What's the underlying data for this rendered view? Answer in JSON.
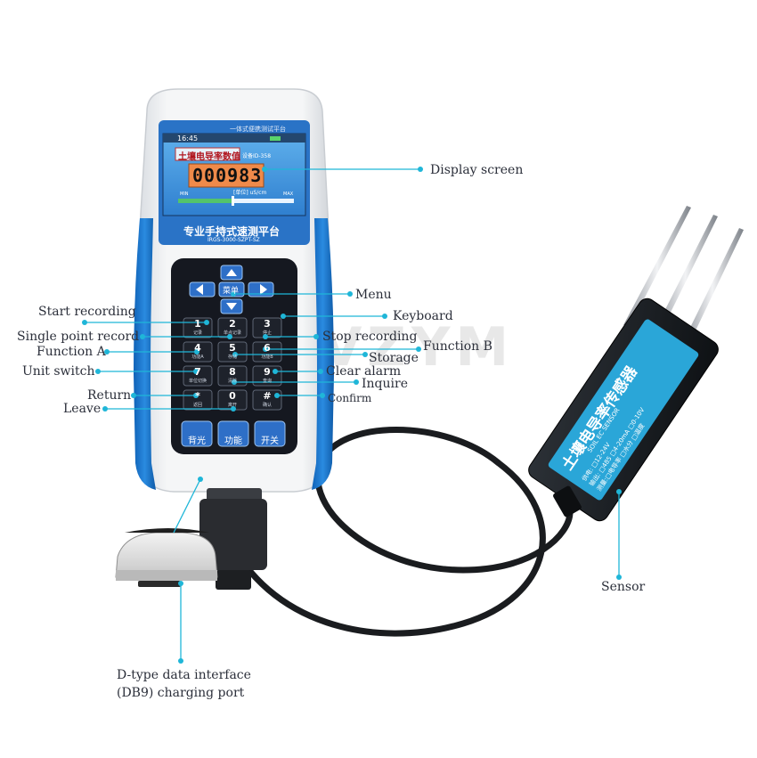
{
  "colors": {
    "accent": "#1fb6d8",
    "device_blue": "#1a73c9",
    "keypad": "#151820",
    "screen_bg": "#3b8ed6",
    "reading_bg": "#ef8a4a"
  },
  "device": {
    "top_model_text": "一体式便携测试平台",
    "status_time": "16:45",
    "reading_title": "土壤电导率数值",
    "reading_side": "设备ID-358",
    "reading_value": "000983",
    "reading_unit": "[单位] uS/cm",
    "scale_min": "MIN",
    "scale_max": "MAX",
    "platform_title": "专业手持式速测平台",
    "platform_model": "IRGS-3000-SZPT-SZ",
    "keys": [
      {
        "num": "1",
        "sub": "记录"
      },
      {
        "num": "2",
        "sub": "单点记录"
      },
      {
        "num": "3",
        "sub": "停止"
      },
      {
        "num": "4",
        "sub": "功能A"
      },
      {
        "num": "5",
        "sub": "存储"
      },
      {
        "num": "6",
        "sub": "功能B"
      },
      {
        "num": "7",
        "sub": "单位切换"
      },
      {
        "num": "8",
        "sub": "清除"
      },
      {
        "num": "9",
        "sub": "查询"
      },
      {
        "num": "*",
        "sub": "返回"
      },
      {
        "num": "0",
        "sub": "离开"
      },
      {
        "num": "#",
        "sub": "确认"
      }
    ],
    "nav_center": "菜单",
    "bottom_buttons": [
      "背光",
      "功能",
      "开关"
    ]
  },
  "sensor": {
    "title": "土壤电导率传感器",
    "subtitle": "SOIL EC SENSOR",
    "line1": "供电: □12-24V",
    "line2": "输出: □485 □4-20mA □0-10V",
    "line3": "测量:□电导率 □水分 □温度"
  },
  "watermark": "VZYM",
  "labels": {
    "display_screen": "Display screen",
    "menu": "Menu",
    "start_recording": "Start recording",
    "keyboard": "Keyboard",
    "single_point_record": "Single point record",
    "stop_recording": "Stop recording",
    "function_a": "Function A",
    "function_b": "Function B",
    "storage": "Storage",
    "unit_switch": "Unit switch",
    "clear_alarm": "Clear alarm",
    "inquire": "Inquire",
    "return": "Return",
    "confirm": "Confirm",
    "leave": "Leave",
    "sensor": "Sensor",
    "port_line1": "D-type data interface",
    "port_line2": "(DB9) charging port"
  }
}
